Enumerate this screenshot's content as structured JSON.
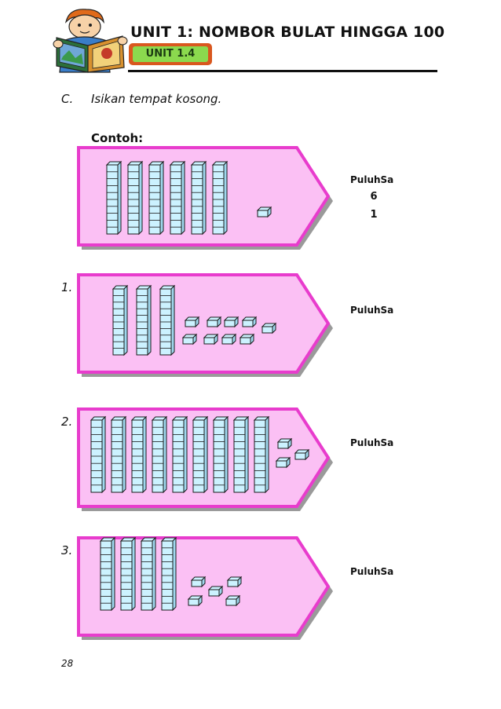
{
  "header": {
    "title": "UNIT 1: NOMBOR BULAT HINGGA 100",
    "badge": "UNIT 1.4",
    "mascot_icon": "boy-reading-book-icon"
  },
  "instruction": {
    "letter": "C.",
    "text": "Isikan tempat kosong."
  },
  "example": {
    "label": "Contoh:",
    "place_value_header": "PuluhSa",
    "tens_value": "6",
    "ones_value": "1",
    "tens_rods": 6,
    "ones_cubes": 1
  },
  "questions": [
    {
      "number": "1.",
      "place_value_header": "PuluhSa",
      "tens_rods": 3,
      "ones_cubes": 9
    },
    {
      "number": "2.",
      "place_value_header": "PuluhSa",
      "tens_rods": 9,
      "ones_cubes": 3
    },
    {
      "number": "3.",
      "place_value_header": "PuluhSa",
      "tens_rods": 4,
      "ones_cubes": 5
    }
  ],
  "colors": {
    "card_fill": "#fbc0f4",
    "card_border": "#e83ccd",
    "card_shadow": "#9a9a9a",
    "block_fill": "#ccf2ff",
    "block_stroke": "#1a1a1a",
    "badge_outer": "#d9571e",
    "badge_inner": "#8bd94e"
  },
  "page_number": "28"
}
